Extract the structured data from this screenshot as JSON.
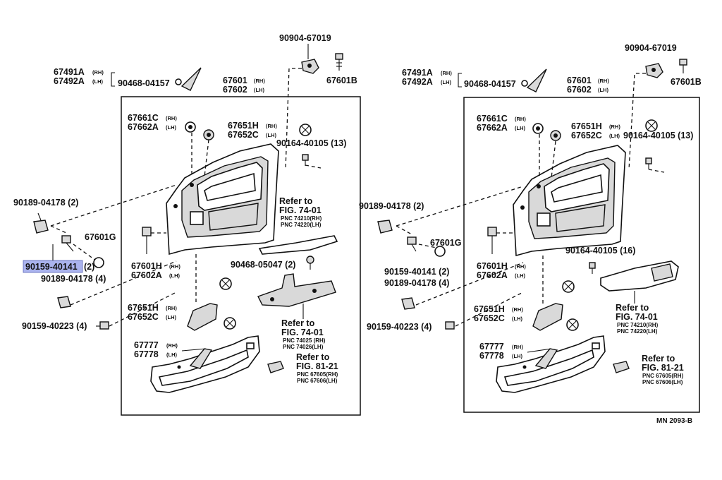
{
  "diagram": {
    "caption": "MN 2093-B",
    "highlight_color": "#aab3ee",
    "left": {
      "pn_90904": "90904-67019",
      "pn_67601b": "67601B",
      "pn_67491a": "67491A",
      "pn_67492a": "67492A",
      "pn_90468_04157": "90468-04157",
      "pn_67601": "67601",
      "pn_67602": "67602",
      "pn_67661c": "67661C",
      "pn_67662a": "67662A",
      "pn_67651h": "67651H",
      "pn_67652c": "67652C",
      "pn_90164": "90164-40105 (13)",
      "pn_90189a": "90189-04178 (2)",
      "pn_67601g": "67601G",
      "pn_90159_40141": "90159-40141",
      "pn_90159_40141_qty": "(2)",
      "pn_90189b": "90189-04178 (4)",
      "pn_67601h": "67601H",
      "pn_67602a_b": "67602A",
      "pn_90468_05047": "90468-05047 (2)",
      "pn_67651h_b": "67651H",
      "pn_67652c_b": "67652C",
      "pn_90159_40223": "90159-40223 (4)",
      "pn_67777": "67777",
      "pn_67778": "67778",
      "ref1_line1": "Refer to",
      "ref1_line2": "FIG. 74-01",
      "ref1_pnc1": "PNC 74210(RH)",
      "ref1_pnc2": "PNC 74220(LH)",
      "ref2_line1": "Refer to",
      "ref2_line2": "FIG. 74-01",
      "ref2_pnc1": "PNC 74025 (RH)",
      "ref2_pnc2": "PNC 74026(LH)",
      "ref3_line1": "Refer to",
      "ref3_line2": "FIG. 81-21",
      "ref3_pnc1": "PNC 67605(RH)",
      "ref3_pnc2": "PNC 67606(LH)"
    },
    "right": {
      "pn_90904": "90904-67019",
      "pn_67601b": "67601B",
      "pn_67491a": "67491A",
      "pn_67492a": "67492A",
      "pn_90468_04157": "90468-04157",
      "pn_67601": "67601",
      "pn_67602": "67602",
      "pn_67661c": "67661C",
      "pn_67662a": "67662A",
      "pn_67651h": "67651H",
      "pn_67652c": "67652C",
      "pn_90164_13": "90164-40105 (13)",
      "pn_90189a": "90189-04178 (2)",
      "pn_67601g": "67601G",
      "pn_90164_16": "90164-40105 (16)",
      "pn_90159_40141": "90159-40141 (2)",
      "pn_90189b": "90189-04178 (4)",
      "pn_67601h": "67601H",
      "pn_67602a_b": "67602A",
      "pn_67651h_b": "67651H",
      "pn_67652c_b": "67652C",
      "pn_90159_40223": "90159-40223 (4)",
      "pn_67777": "67777",
      "pn_67778": "67778",
      "ref1_line1": "Refer to",
      "ref1_line2": "FIG. 74-01",
      "ref1_pnc1": "PNC 74210(RH)",
      "ref1_pnc2": "PNC 74220(LH)",
      "ref3_line1": "Refer to",
      "ref3_line2": "FIG. 81-21",
      "ref3_pnc1": "PNC 67605(RH)",
      "ref3_pnc2": "PNC 67606(LH)"
    },
    "suffixes": {
      "rh": "(RH)",
      "lh": "(LH)"
    }
  }
}
